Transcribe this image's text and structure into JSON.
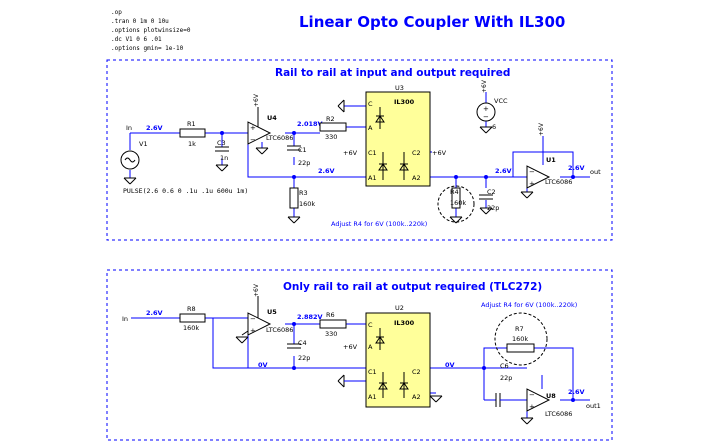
{
  "colors": {
    "background": "#ffffff",
    "wire": "#0000ff",
    "component": "#000000",
    "title": "#0000ff",
    "section_title": "#0000ff",
    "voltage_label": "#0000ff",
    "adjust_note": "#0000ff",
    "opto_fill": "#ffff9a"
  },
  "directives": [
    ".op",
    ".tran 0 1m 0 10u",
    ".options plotwinsize=0",
    ".dc V1 0 6 .01",
    ".options gmin= 1e-10"
  ],
  "title": "Linear Opto Coupler With IL300",
  "section1": {
    "title": "Rail to rail at input and output required",
    "in_label": "In",
    "v_in": "2.6V",
    "r1": {
      "name": "R1",
      "value": "1k"
    },
    "v1": {
      "name": "V1",
      "source": "PULSE(2.6 0.6 0 .1u .1u 600u 1m)"
    },
    "c3": {
      "name": "C3",
      "value": "1n"
    },
    "u4": {
      "name": "U4",
      "part": "LTC6086"
    },
    "vcc_pin": "+6V",
    "v_node_a": "2.018V",
    "r2": {
      "name": "R2",
      "value": "330"
    },
    "c1": {
      "name": "C1",
      "value": "22p"
    },
    "r3": {
      "name": "R3",
      "value": "160k"
    },
    "v_fb": "2.6V",
    "u3": {
      "name": "U3",
      "part": "IL300",
      "pins": [
        "C",
        "A",
        "C1",
        "A1",
        "C2",
        "A2"
      ]
    },
    "plus6_left": "+6V",
    "plus6_right": "+6V",
    "vcc_label": "VCC",
    "vcc_value": "6",
    "r4": {
      "name": "R4",
      "value": "160k"
    },
    "c2": {
      "name": "C2",
      "value": "22p"
    },
    "v_out_node": "2.6V",
    "u1": {
      "name": "U1",
      "part": "LTC6086"
    },
    "v_out": "2.6V",
    "out_label": "out",
    "adjust": "Adjust R4 for 6V (100k..220k)"
  },
  "section2": {
    "title": "Only rail to rail at output required (TLC272)",
    "in_label": "In",
    "v_in": "2.6V",
    "r8": {
      "name": "R8",
      "value": "160k"
    },
    "u5": {
      "name": "U5",
      "part": "LTC6086"
    },
    "v_node_a": "2.882V",
    "r6": {
      "name": "R6",
      "value": "330"
    },
    "c4": {
      "name": "C4",
      "value": "22p"
    },
    "v_zero": "0V",
    "u2": {
      "name": "U2",
      "part": "IL300"
    },
    "plus6_left": "+6V",
    "v_zero_right": "0V",
    "adjust": "Adjust R4 for 6V (100k..220k)",
    "r7": {
      "name": "R7",
      "value": "160k"
    },
    "c6": {
      "name": "C6",
      "value": "22p"
    },
    "u8": {
      "name": "U8",
      "part": "LTC6086"
    },
    "v_out": "2.6V",
    "out_label": "out1",
    "pins": [
      "C",
      "A",
      "C1",
      "A1",
      "C2",
      "A2"
    ]
  }
}
